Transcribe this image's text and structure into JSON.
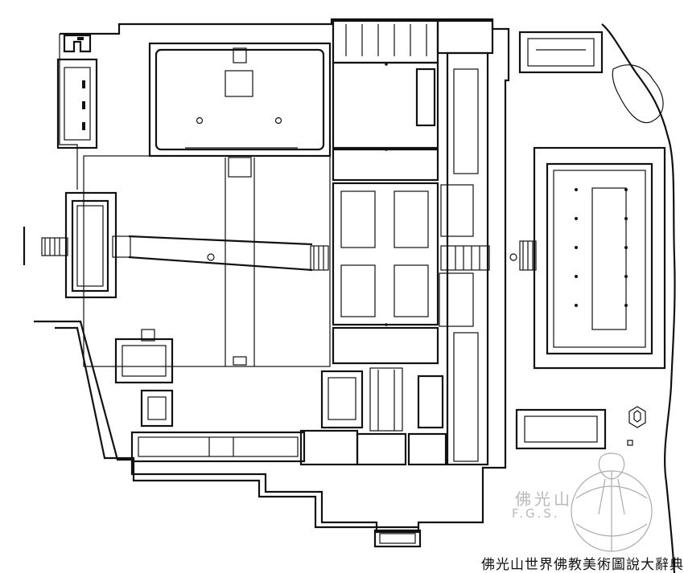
{
  "caption": "佛光山世界佛教美術圖說大辭典",
  "watermark": {
    "name_cn": "佛光山",
    "name_en": "F.G.S."
  }
}
